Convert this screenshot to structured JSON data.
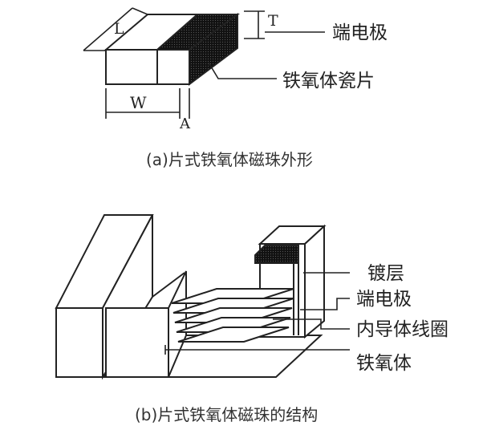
{
  "figure_a": {
    "caption": "(a)片式铁氧体磁珠外形",
    "dim_L": "L",
    "dim_T": "T",
    "dim_W": "W",
    "dim_A": "A",
    "label_end_electrode": "端电极",
    "label_ferrite_ceramic": "铁氧体瓷片"
  },
  "figure_b": {
    "caption": "(b)片式铁氧体磁珠的结构",
    "label_plating": "镀层",
    "label_end_electrode": "端电极",
    "label_inner_coil": "内导体线圈",
    "label_ferrite": "铁氧体"
  }
}
